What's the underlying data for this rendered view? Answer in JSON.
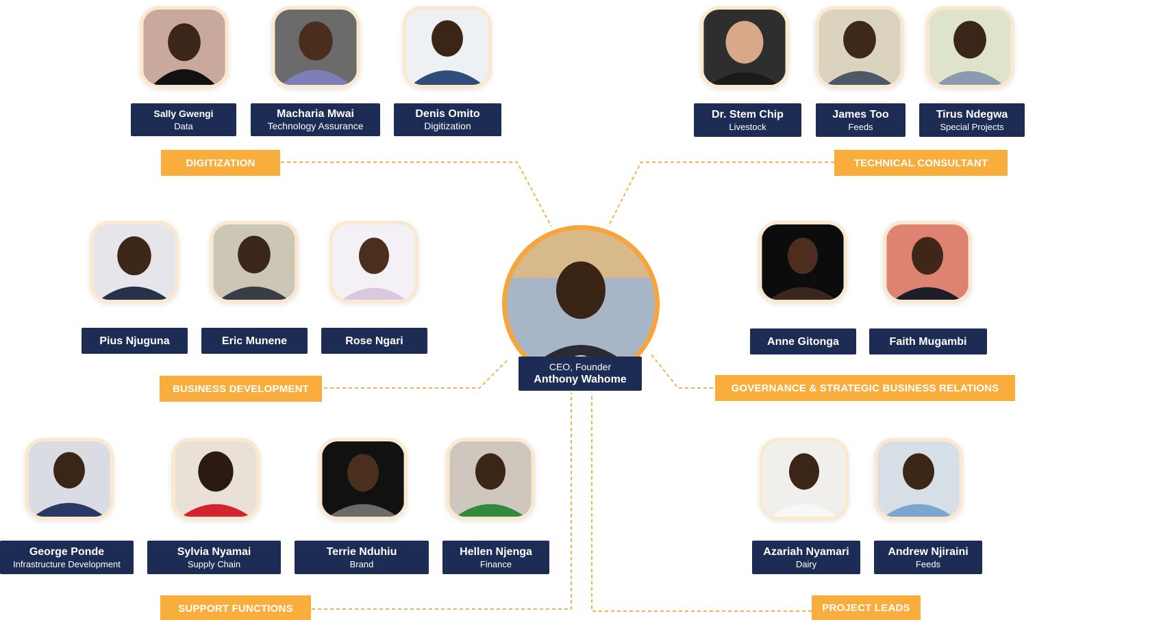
{
  "ceo": {
    "title": "CEO, Founder",
    "name": "Anthony Wahome"
  },
  "colors": {
    "navy": "#1c2c55",
    "orange": "#f9ad3c",
    "line": "#f2b34a"
  },
  "departments": {
    "digitization": {
      "label": "DIGITIZATION",
      "members": [
        {
          "name": "Sally Gwengi",
          "role": "Data"
        },
        {
          "name": "Macharia Mwai",
          "role": "Technology Assurance"
        },
        {
          "name": "Denis Omito",
          "role": "Digitization"
        }
      ]
    },
    "technical": {
      "label": "TECHNICAL CONSULTANT",
      "members": [
        {
          "name": "Dr. Stem Chip",
          "role": "Livestock"
        },
        {
          "name": "James Too",
          "role": "Feeds"
        },
        {
          "name": "Tirus Ndegwa",
          "role": "Special Projects"
        }
      ]
    },
    "business": {
      "label": "BUSINESS DEVELOPMENT",
      "members": [
        {
          "name": "Pius Njuguna"
        },
        {
          "name": "Eric Munene"
        },
        {
          "name": "Rose Ngari"
        }
      ]
    },
    "governance": {
      "label": "GOVERNANCE & STRATEGIC BUSINESS RELATIONS",
      "members": [
        {
          "name": "Anne Gitonga"
        },
        {
          "name": "Faith Mugambi"
        }
      ]
    },
    "support": {
      "label": "SUPPORT FUNCTIONS",
      "members": [
        {
          "name": "George Ponde",
          "role": "Infrastructure Development"
        },
        {
          "name": "Sylvia Nyamai",
          "role": "Supply Chain"
        },
        {
          "name": "Terrie Nduhiu",
          "role": "Brand"
        },
        {
          "name": "Hellen Njenga",
          "role": "Finance"
        }
      ]
    },
    "projects": {
      "label": "PROJECT LEADS",
      "members": [
        {
          "name": "Azariah Nyamari",
          "role": "Dairy"
        },
        {
          "name": "Andrew Njiraini",
          "role": "Feeds"
        }
      ]
    }
  }
}
